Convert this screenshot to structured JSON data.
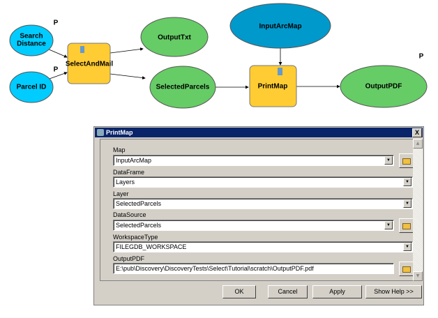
{
  "diagram": {
    "nodes": {
      "search_distance": [
        "Search",
        "Distance"
      ],
      "parcel_id": "Parcel ID",
      "select_and_mail": "SelectAndMail",
      "output_txt": "OutputTxt",
      "selected_parcels": "SelectedParcels",
      "input_arcmap": "InputArcMap",
      "print_map": "PrintMap",
      "output_pdf": "OutputPDF"
    },
    "parameter_marker": "P",
    "colors": {
      "input": "#00ccff",
      "input_dark": "#0099cc",
      "process": "#ffcc33",
      "output": "#66cc66"
    }
  },
  "dialog": {
    "title": "PrintMap",
    "close_label": "X",
    "fields": [
      {
        "label": "Map",
        "value": "InputArcMap"
      },
      {
        "label": "DataFrame",
        "value": "Layers"
      },
      {
        "label": "Layer",
        "value": "SelectedParcels"
      },
      {
        "label": "DataSource",
        "value": "SelectedParcels"
      },
      {
        "label": "WorkspaceType",
        "value": "FILEGDB_WORKSPACE"
      },
      {
        "label": "OutputPDF",
        "value": "E:\\pub\\Discovery\\DiscoveryTests\\Select\\Tutorial\\scratch\\OutputPDF.pdf"
      }
    ],
    "buttons": {
      "ok": "OK",
      "cancel": "Cancel",
      "apply": "Apply",
      "help": "Show Help >>"
    }
  }
}
